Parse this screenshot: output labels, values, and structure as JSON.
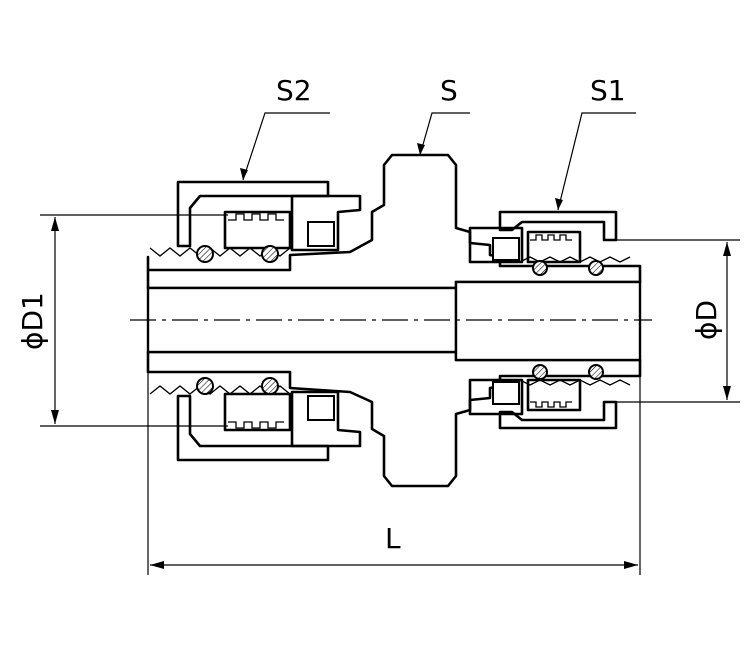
{
  "labels": {
    "s2": "S2",
    "s": "S",
    "s1": "S1",
    "d1": "ϕD1",
    "d": "ϕD",
    "l": "L"
  }
}
